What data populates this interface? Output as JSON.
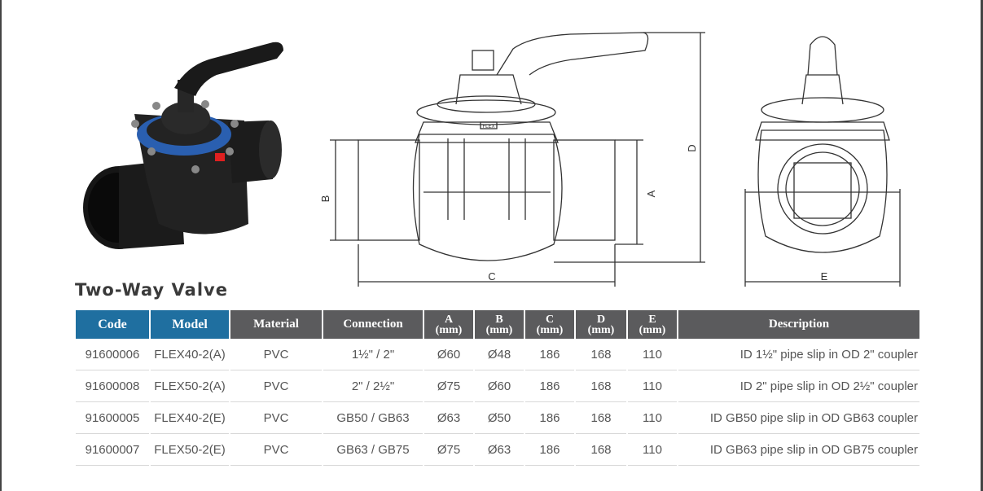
{
  "title": "Two-Way Valve",
  "drawing": {
    "front_labels": {
      "b": "B",
      "a": "A",
      "c": "C",
      "d": "D"
    },
    "side_labels": {
      "e": "E"
    },
    "stamp": "FLEX"
  },
  "table": {
    "headers": [
      {
        "label": "Code"
      },
      {
        "label": "Model"
      },
      {
        "label": "Material"
      },
      {
        "label": "Connection"
      },
      {
        "label": "A",
        "unit": "(mm)"
      },
      {
        "label": "B",
        "unit": "(mm)"
      },
      {
        "label": "C",
        "unit": "(mm)"
      },
      {
        "label": "D",
        "unit": "(mm)"
      },
      {
        "label": "E",
        "unit": "(mm)"
      },
      {
        "label": "Description"
      }
    ],
    "rows": [
      [
        "91600006",
        "FLEX40-2(A)",
        "PVC",
        "1½\" / 2\"",
        "Ø60",
        "Ø48",
        "186",
        "168",
        "110",
        "ID 1½\" pipe slip in OD 2\" coupler"
      ],
      [
        "91600008",
        "FLEX50-2(A)",
        "PVC",
        "2\" / 2½\"",
        "Ø75",
        "Ø60",
        "186",
        "168",
        "110",
        "ID 2\" pipe slip in OD 2½\" coupler"
      ],
      [
        "91600005",
        "FLEX40-2(E)",
        "PVC",
        "GB50 / GB63",
        "Ø63",
        "Ø50",
        "186",
        "168",
        "110",
        "ID GB50 pipe slip in OD GB63 coupler"
      ],
      [
        "91600007",
        "FLEX50-2(E)",
        "PVC",
        "GB63 / GB75",
        "Ø75",
        "Ø63",
        "186",
        "168",
        "110",
        "ID GB63 pipe slip in OD GB75 coupler"
      ]
    ]
  },
  "colors": {
    "header_blue": "#1f6fa0",
    "header_gray": "#5b5b5d",
    "valve_ring": "#2a5fb0",
    "valve_body": "#1e1e1e",
    "valve_pin": "#e02020"
  }
}
